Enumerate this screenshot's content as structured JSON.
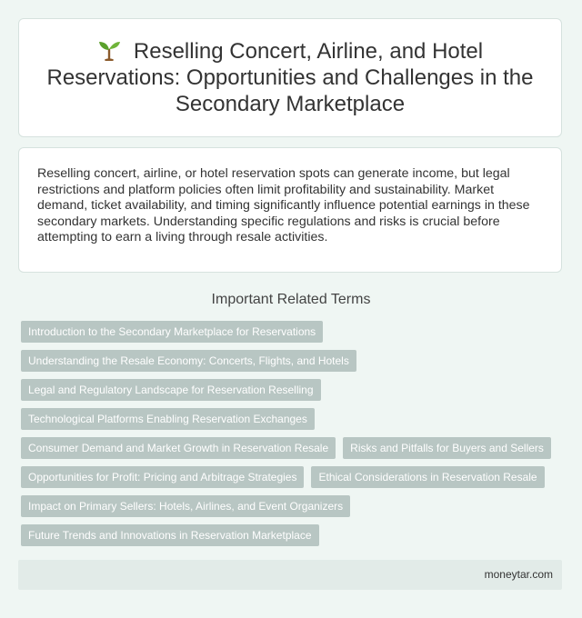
{
  "header": {
    "icon": "sprout-icon",
    "title": "Reselling Concert, Airline, and Hotel Reservations: Opportunities and Challenges in the Secondary Marketplace"
  },
  "summary": {
    "text": "Reselling concert, airline, or hotel reservation spots can generate income, but legal restrictions and platform policies often limit profitability and sustainability. Market demand, ticket availability, and timing significantly influence potential earnings in these secondary markets. Understanding specific regulations and risks is crucial before attempting to earn a living through resale activities."
  },
  "related": {
    "heading": "Important Related Terms",
    "rows": [
      [
        "Introduction to the Secondary Marketplace for Reservations"
      ],
      [
        "Understanding the Resale Economy: Concerts, Flights, and Hotels"
      ],
      [
        "Legal and Regulatory Landscape for Reservation Reselling"
      ],
      [
        "Technological Platforms Enabling Reservation Exchanges"
      ],
      [
        "Consumer Demand and Market Growth in Reservation Resale",
        "Risks and Pitfalls for Buyers and Sellers"
      ],
      [
        "Opportunities for Profit: Pricing and Arbitrage Strategies",
        "Ethical Considerations in Reservation Resale"
      ],
      [
        "Impact on Primary Sellers: Hotels, Airlines, and Event Organizers"
      ],
      [
        "Future Trends and Innovations in Reservation Marketplace"
      ]
    ]
  },
  "footer": {
    "site": "moneytar.com"
  },
  "colors": {
    "background": "#eff6f3",
    "tag_background": "#b8c6c3",
    "footer_background": "#e2ebe8",
    "sprout_leaf": "#5aa02c",
    "sprout_stem": "#8b5a2b"
  }
}
